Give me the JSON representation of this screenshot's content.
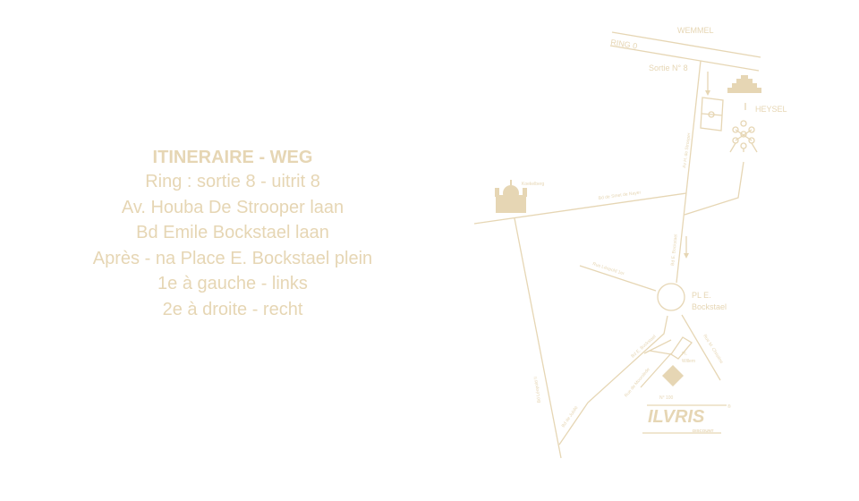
{
  "color": "#e6d6b4",
  "itinerary": {
    "title": "ITINERAIRE - WEG",
    "lines": [
      "Ring : sortie 8 - uitrit 8",
      "Av. Houba De Strooper laan",
      "Bd Emile Bockstael laan",
      "Après - na Place E. Bockstael plein",
      "1e à gauche - links",
      "2e à droite - recht"
    ]
  },
  "map": {
    "wemmel": "WEMMEL",
    "ring": "RING 0",
    "exit": "Sortie N° 8",
    "heysel": "HEYSEL",
    "koekelberg": "Koekelberg",
    "av_strooper": "Av H. de Strooper",
    "bd_smet": "Bd de Smet de Nayer",
    "bd_bockstael_north": "Bd E. Bockstael",
    "rue_leopold": "Rue Léopold 1er",
    "place_line1": "PL E.",
    "place_line2": "Bockstael",
    "bd_bockstael_south": "Bd E. Bockstael",
    "rue_christine": "Rue M. Christine",
    "pl_willem_1": "Pl.",
    "pl_willem_2": "Willem",
    "rue_moorslede": "Rue de Moorslede",
    "number": "N° 100",
    "bd_leopold2": "Bd Léopold II",
    "bd_jubile": "Bd de Jubilé",
    "logo": "ILVRIS",
    "logo_sub": "DISCOUNT",
    "registered": "®"
  }
}
